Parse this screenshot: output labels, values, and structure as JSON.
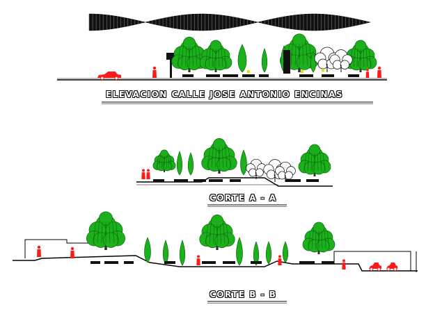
{
  "titles": {
    "elevation": "ELEVACION CALLE JOSE ANTONIO ENCINAS",
    "section_a": "CORTE A - A",
    "section_b": "CORTE B - B"
  },
  "colors": {
    "tree": "#1db01d",
    "tree_dark": "#0a6a0a",
    "figure": "#ff1a1a",
    "line": "#000000",
    "accent": "#e0e000"
  }
}
